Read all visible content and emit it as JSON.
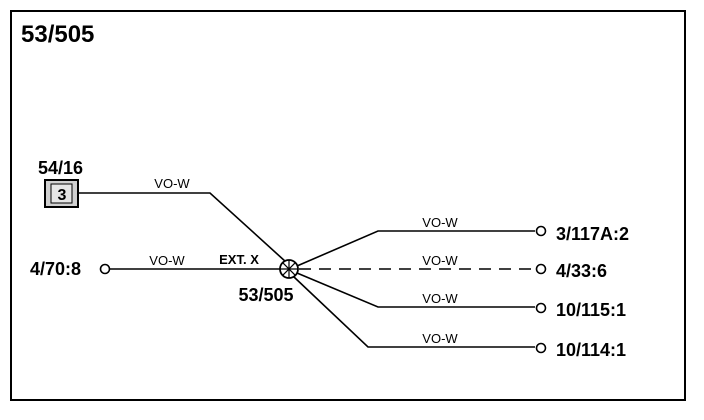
{
  "title": "53/505",
  "splice": {
    "label": "53/505",
    "tag": "EXT. X"
  },
  "component": {
    "label": "54/16",
    "number": "3"
  },
  "left_connector": {
    "label": "4/70:8",
    "wire": "VO-W"
  },
  "top_wire": {
    "wire": "VO-W"
  },
  "branches": [
    {
      "wire": "VO-W",
      "connector": "3/117A:2",
      "style": "solid"
    },
    {
      "wire": "VO-W",
      "connector": "4/33:6",
      "style": "dashed"
    },
    {
      "wire": "VO-W",
      "connector": "10/115:1",
      "style": "solid"
    },
    {
      "wire": "VO-W",
      "connector": "10/114:1",
      "style": "solid"
    }
  ],
  "colors": {
    "line": "#000000",
    "component_fill": "#d0d0d0",
    "background": "#ffffff"
  }
}
